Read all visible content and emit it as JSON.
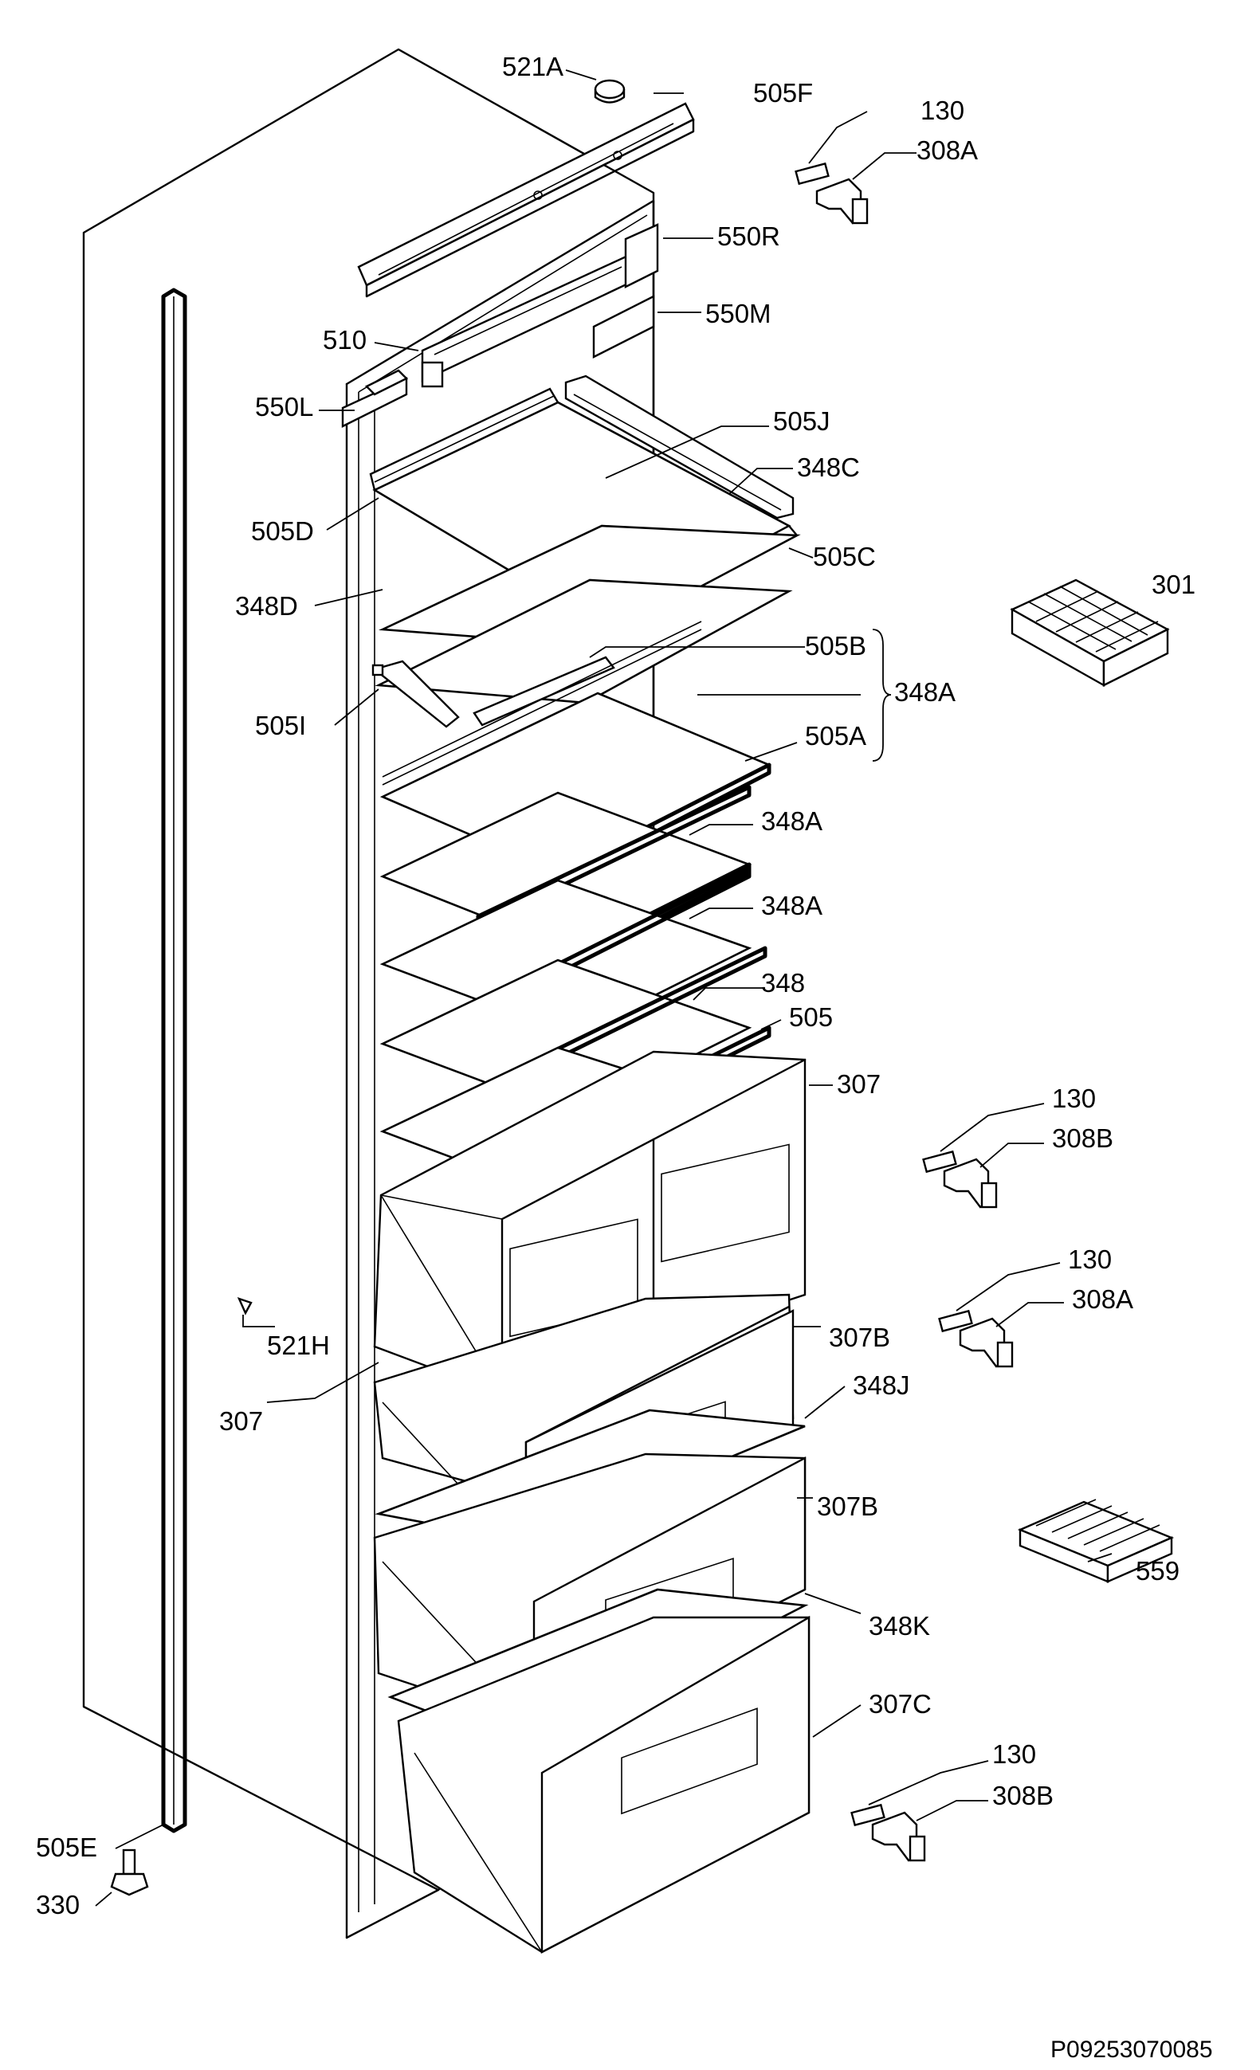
{
  "diagram": {
    "document_code": "P09253070085",
    "labels": {
      "l521a": "521A",
      "l505f": "505F",
      "l130_1": "130",
      "l308a_1": "308A",
      "l550r": "550R",
      "l550m": "550M",
      "l510": "510",
      "l550l": "550L",
      "l505j": "505J",
      "l348c": "348C",
      "l505d": "505D",
      "l505c": "505C",
      "l301": "301",
      "l348d": "348D",
      "l505b": "505B",
      "l348a_group": "348A",
      "l505i": "505I",
      "l505a": "505A",
      "l348a_1": "348A",
      "l348a_2": "348A",
      "l348": "348",
      "l505": "505",
      "l307_top": "307",
      "l130_2": "130",
      "l308b_1": "308B",
      "l130_3": "130",
      "l308a_2": "308A",
      "l521h": "521H",
      "l307b_1": "307B",
      "l307_left": "307",
      "l348j": "348J",
      "l307b_2": "307B",
      "l559": "559",
      "l348k": "348K",
      "l307c": "307C",
      "l130_4": "130",
      "l308b_2": "308B",
      "l505e": "505E",
      "l330": "330"
    }
  }
}
